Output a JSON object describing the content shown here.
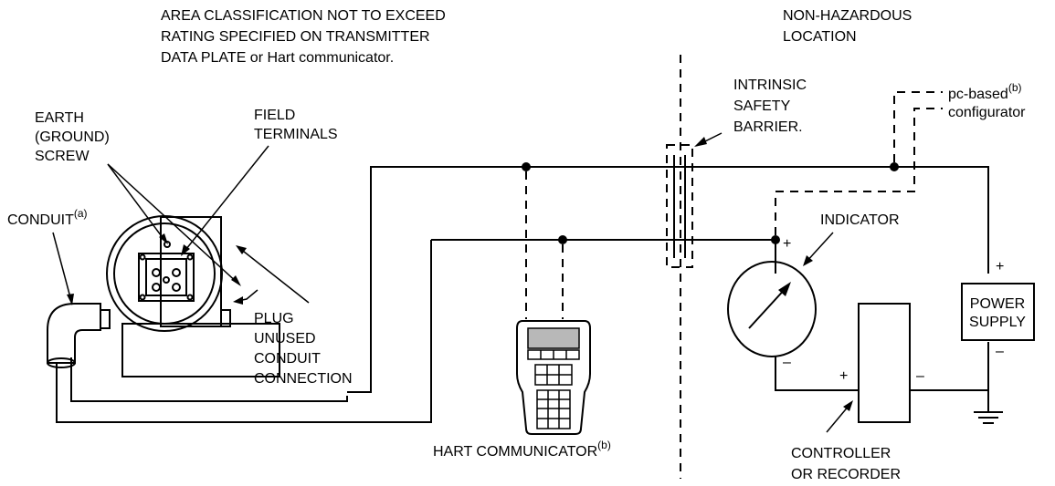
{
  "labels": {
    "area_note": [
      "AREA CLASSIFICATION NOT TO EXCEED",
      "RATING SPECIFIED ON TRANSMITTER",
      "DATA PLATE or Hart communicator."
    ],
    "non_hazardous": [
      "NON-HAZARDOUS",
      "LOCATION"
    ],
    "earth": [
      "EARTH",
      "(GROUND)",
      "SCREW"
    ],
    "field_terminals": [
      "FIELD",
      "TERMINALS"
    ],
    "conduit": "CONDUIT",
    "conduit_note": "(a)",
    "intrinsic": [
      "INTRINSIC",
      "SAFETY",
      "BARRIER."
    ],
    "pc_based": "pc-based",
    "pc_note": "(b)",
    "configurator": "configurator",
    "indicator": "INDICATOR",
    "plug": [
      "PLUG",
      "UNUSED",
      "CONDUIT",
      "CONNECTION"
    ],
    "power_supply": [
      "POWER",
      "SUPPLY"
    ],
    "hart": "HART COMMUNICATOR",
    "hart_note": "(b)",
    "controller": [
      "CONTROLLER",
      "OR RECORDER"
    ],
    "plus": "+",
    "minus": "–"
  },
  "colors": {
    "line": "#000000",
    "screen": "#b8b8b8",
    "background": "#ffffff"
  }
}
